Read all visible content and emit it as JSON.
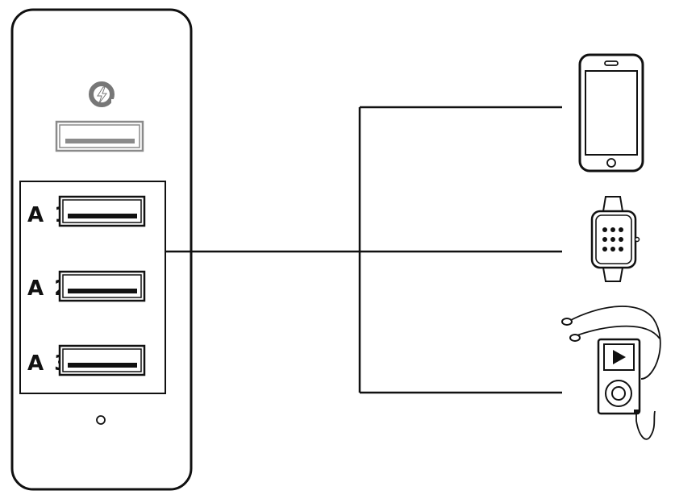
{
  "colors": {
    "line": "#111111",
    "qc_port": "#8a8a8a",
    "background": "#ffffff"
  },
  "charger": {
    "quick_charge_icon": "quick-charge-icon",
    "ports": [
      {
        "label": "A 1"
      },
      {
        "label": "A 2"
      },
      {
        "label": "A 3"
      }
    ]
  },
  "devices": [
    {
      "icon": "smartphone-icon"
    },
    {
      "icon": "smartwatch-icon"
    },
    {
      "icon": "music-player-icon"
    }
  ]
}
